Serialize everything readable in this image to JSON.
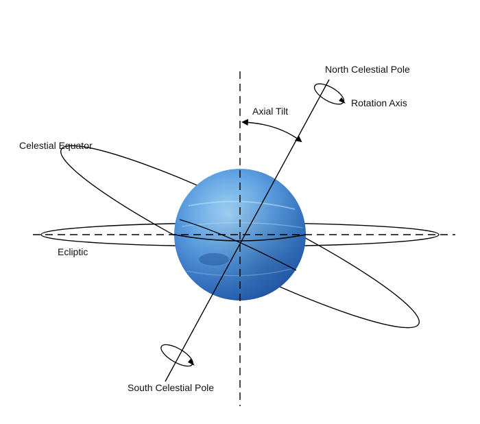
{
  "labels": {
    "north_celestial_pole": "North Celestial Pole",
    "rotation_axis": "Rotation Axis",
    "axial_tilt": "Axial Tilt",
    "celestial_equator": "Celestial Equator",
    "ecliptic": "Ecliptic",
    "south_celestial_pole": "South Celestial Pole"
  },
  "colors": {
    "line": "#000000",
    "planet_light": "#9fd0f2",
    "planet_mid": "#4a8fd6",
    "planet_dark": "#1b4f9a"
  }
}
